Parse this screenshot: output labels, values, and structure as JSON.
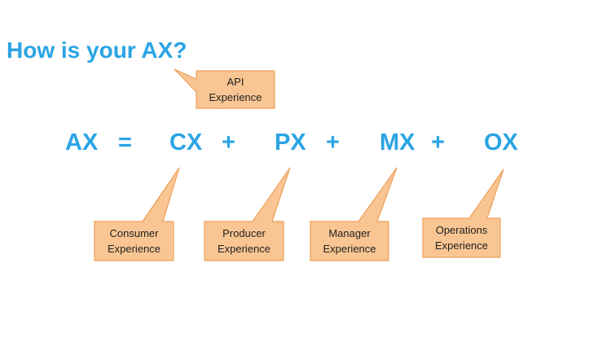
{
  "title": "How is your AX?",
  "equation": {
    "ax": "AX",
    "equals": "=",
    "cx": "CX",
    "plus1": "+",
    "px": "PX",
    "plus2": "+",
    "mx": "MX",
    "plus3": "+",
    "ox": "OX"
  },
  "callouts": {
    "api": {
      "line1": "API",
      "line2": "Experience"
    },
    "consumer": {
      "line1": "Consumer",
      "line2": "Experience"
    },
    "producer": {
      "line1": "Producer",
      "line2": "Experience"
    },
    "manager": {
      "line1": "Manager",
      "line2": "Experience"
    },
    "operations": {
      "line1": "Operations",
      "line2": "Experience"
    }
  },
  "colors": {
    "title_blue": "#2aa4e4",
    "callout_fill": "#f9c592",
    "callout_border": "#eda15c"
  }
}
